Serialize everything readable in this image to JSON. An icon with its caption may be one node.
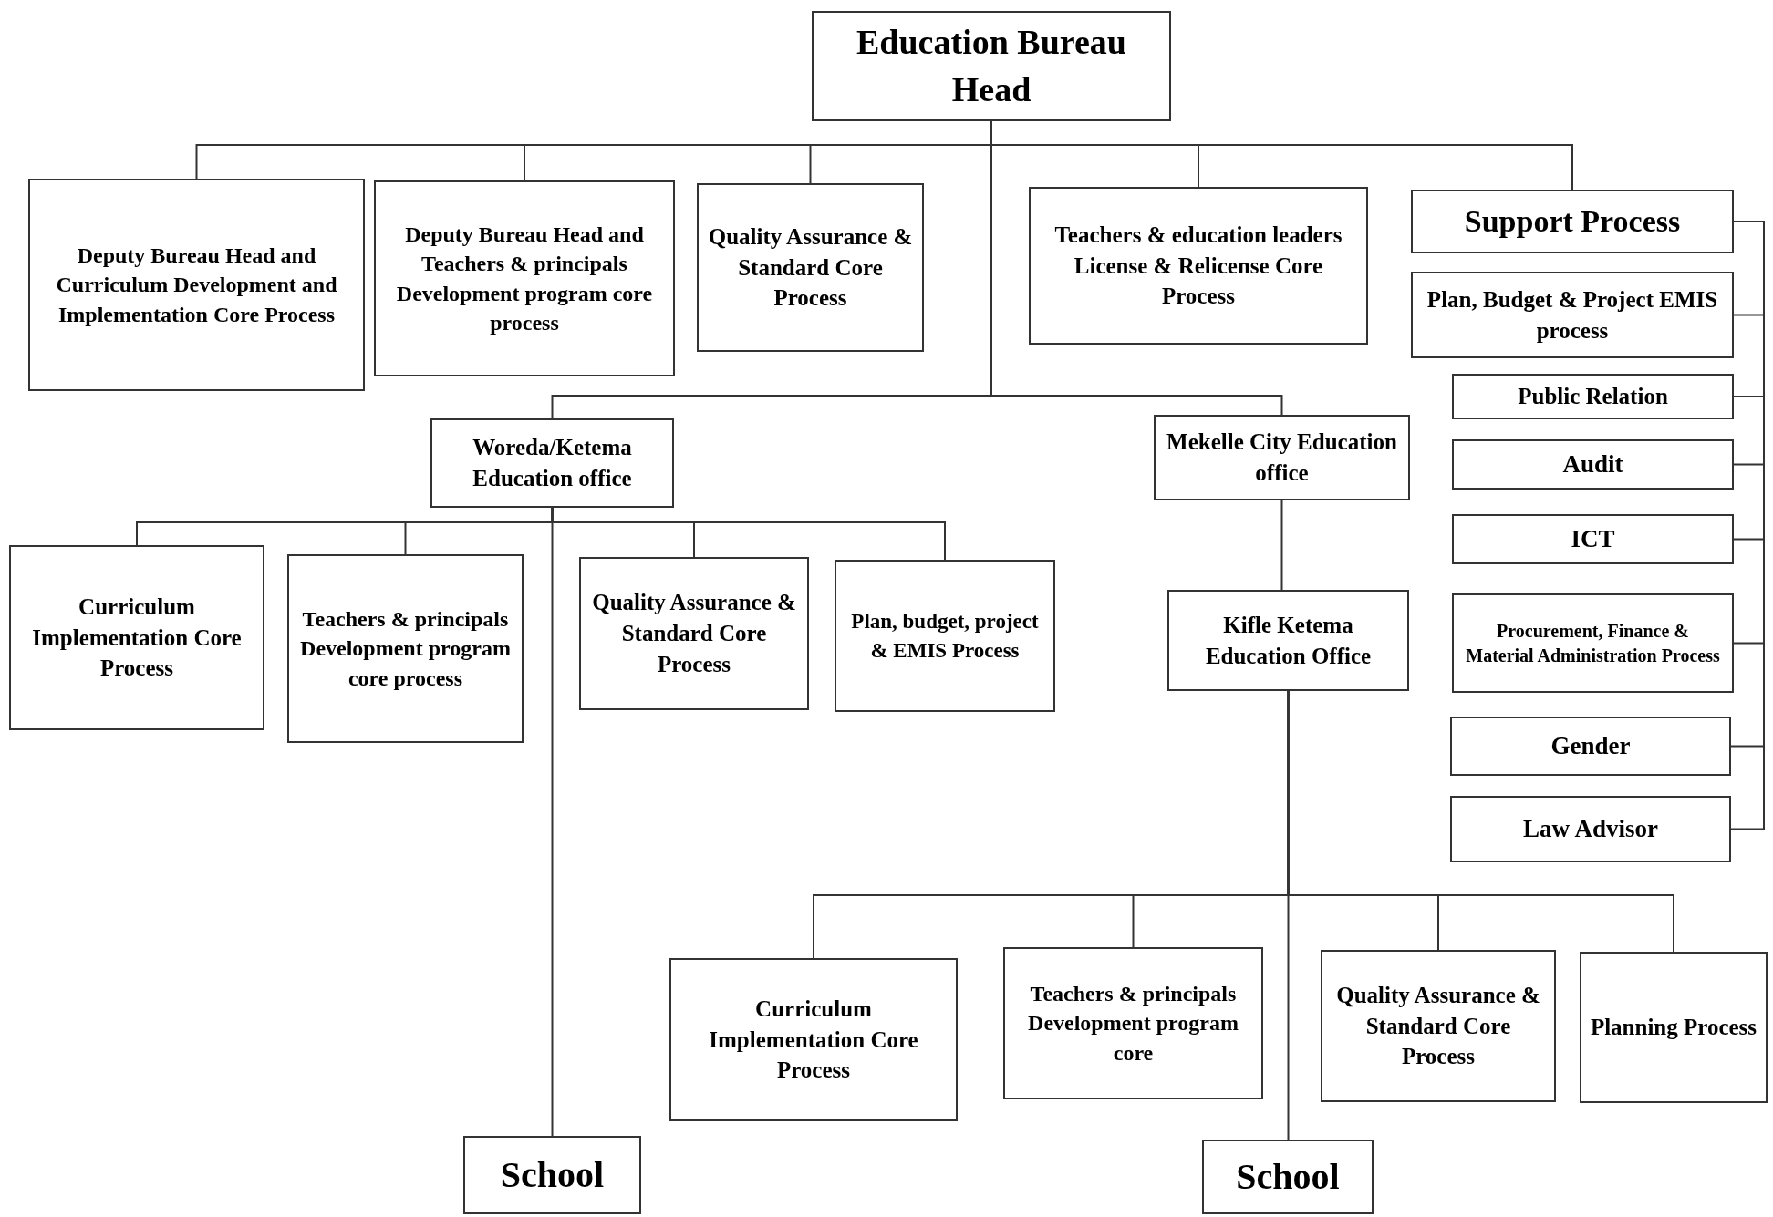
{
  "diagram": {
    "nodes": [
      {
        "text": [
          "Education Bureau Head"
        ]
      },
      {
        "text": [
          "Deputy Bureau Head and Curriculum Development and Implementation Core Process"
        ]
      },
      {
        "text": [
          "Deputy Bureau Head and Teachers & principals Development program core process"
        ]
      },
      {
        "text": [
          "Quality Assurance & Standard Core Process"
        ]
      },
      {
        "text": [
          "Teachers & education leaders License & Relicense Core Process"
        ]
      },
      {
        "text": [
          "Support Process"
        ]
      },
      {
        "text": [
          "Plan, Budget & Project EMIS process"
        ]
      },
      {
        "text": [
          "Public Relation"
        ]
      },
      {
        "text": [
          "Audit"
        ]
      },
      {
        "text": [
          "ICT"
        ]
      },
      {
        "text": [
          "Procurement, Finance & Material Administration Process"
        ]
      },
      {
        "text": [
          "Gender"
        ]
      },
      {
        "text": [
          "Law Advisor"
        ]
      },
      {
        "text": [
          "Woreda/Ketema Education office"
        ]
      },
      {
        "text": [
          "Mekelle City Education office"
        ]
      },
      {
        "text": [
          "Curriculum Implementation Core Process"
        ]
      },
      {
        "text": [
          "Teachers & principals Development program core process"
        ]
      },
      {
        "text": [
          "Quality Assurance & Standard Core Process"
        ]
      },
      {
        "text": [
          "Plan, budget, project & EMIS Process"
        ]
      },
      {
        "text": [
          "Kifle Ketema Education Office"
        ]
      },
      {
        "text": [
          "Curriculum Implementation Core Process"
        ]
      },
      {
        "text": [
          "Teachers & principals Development program core"
        ]
      },
      {
        "text": [
          "Quality Assurance & Standard Core Process"
        ]
      },
      {
        "text": [
          "Planning Process"
        ]
      },
      {
        "text": [
          "School"
        ]
      },
      {
        "text": [
          "School"
        ]
      }
    ],
    "edges": [
      {
        "from": 0,
        "to": 1,
        "arrow": "none"
      },
      {
        "from": 0,
        "to": 2,
        "arrow": "none"
      },
      {
        "from": 0,
        "to": 3,
        "arrow": "none"
      },
      {
        "from": 0,
        "to": 4,
        "arrow": "none"
      },
      {
        "from": 0,
        "to": 5,
        "arrow": "none"
      },
      {
        "from": 5,
        "to": 6,
        "arrow": "none"
      },
      {
        "from": 5,
        "to": 7,
        "arrow": "none"
      },
      {
        "from": 5,
        "to": 8,
        "arrow": "none"
      },
      {
        "from": 5,
        "to": 9,
        "arrow": "none"
      },
      {
        "from": 5,
        "to": 10,
        "arrow": "none"
      },
      {
        "from": 5,
        "to": 11,
        "arrow": "none"
      },
      {
        "from": 5,
        "to": 12,
        "arrow": "none"
      },
      {
        "from": 0,
        "to": 13,
        "arrow": "none"
      },
      {
        "from": 0,
        "to": 14,
        "arrow": "none"
      },
      {
        "from": 13,
        "to": 15,
        "arrow": "none"
      },
      {
        "from": 13,
        "to": 16,
        "arrow": "none"
      },
      {
        "from": 13,
        "to": 17,
        "arrow": "none"
      },
      {
        "from": 13,
        "to": 18,
        "arrow": "none"
      },
      {
        "from": 13,
        "to": 24,
        "arrow": "none"
      },
      {
        "from": 14,
        "to": 19,
        "arrow": "none"
      },
      {
        "from": 19,
        "to": 20,
        "arrow": "none"
      },
      {
        "from": 19,
        "to": 21,
        "arrow": "none"
      },
      {
        "from": 19,
        "to": 22,
        "arrow": "none"
      },
      {
        "from": 19,
        "to": 23,
        "arrow": "none"
      },
      {
        "from": 19,
        "to": 25,
        "arrow": "none"
      }
    ]
  }
}
